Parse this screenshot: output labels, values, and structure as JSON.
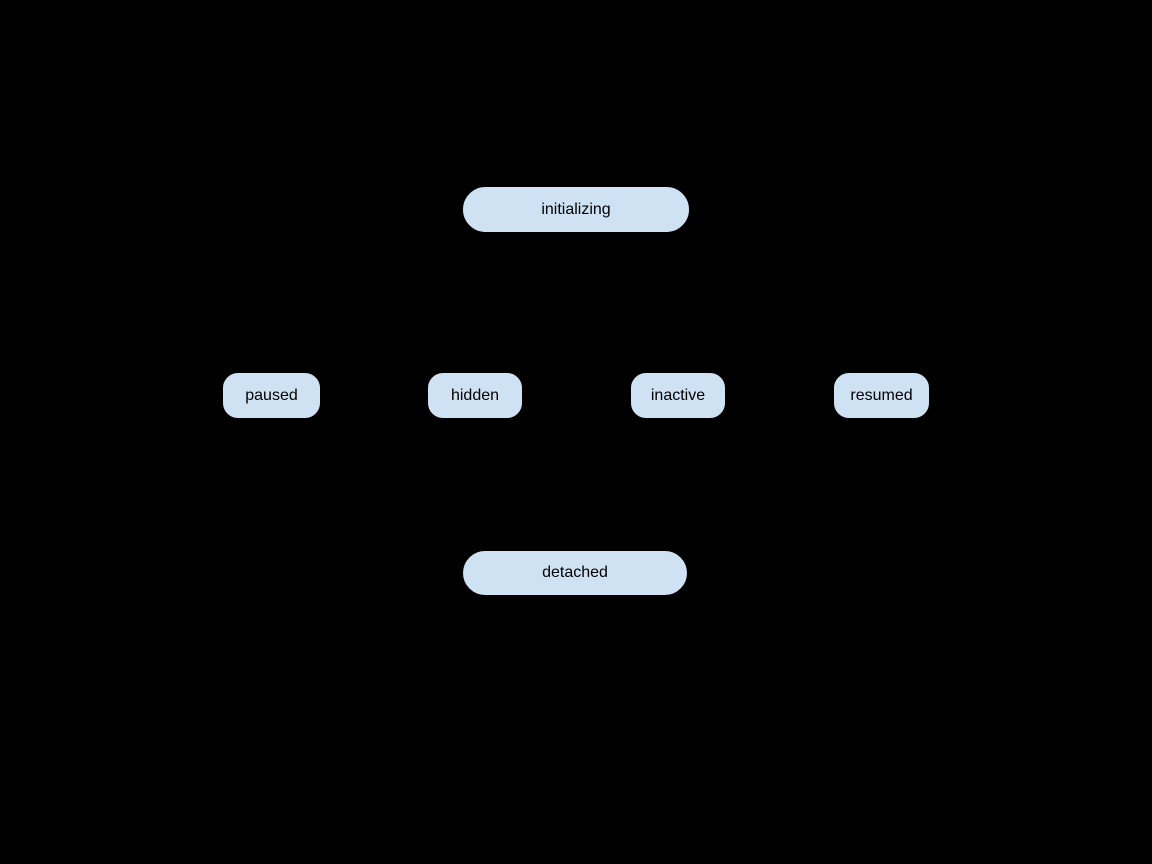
{
  "meta": {
    "background_color": "#000000"
  },
  "diagram": {
    "type": "state-diagram",
    "node_fill_color": "#cfe2f3",
    "node_border_color": "#000000",
    "node_text_color": "#000000",
    "nodes": [
      {
        "id": "initializing",
        "label": "initializing",
        "shape": "pill"
      },
      {
        "id": "paused",
        "label": "paused",
        "shape": "rounded-rect"
      },
      {
        "id": "hidden",
        "label": "hidden",
        "shape": "rounded-rect"
      },
      {
        "id": "inactive",
        "label": "inactive",
        "shape": "rounded-rect"
      },
      {
        "id": "resumed",
        "label": "resumed",
        "shape": "rounded-rect"
      },
      {
        "id": "detached",
        "label": "detached",
        "shape": "pill"
      }
    ]
  }
}
